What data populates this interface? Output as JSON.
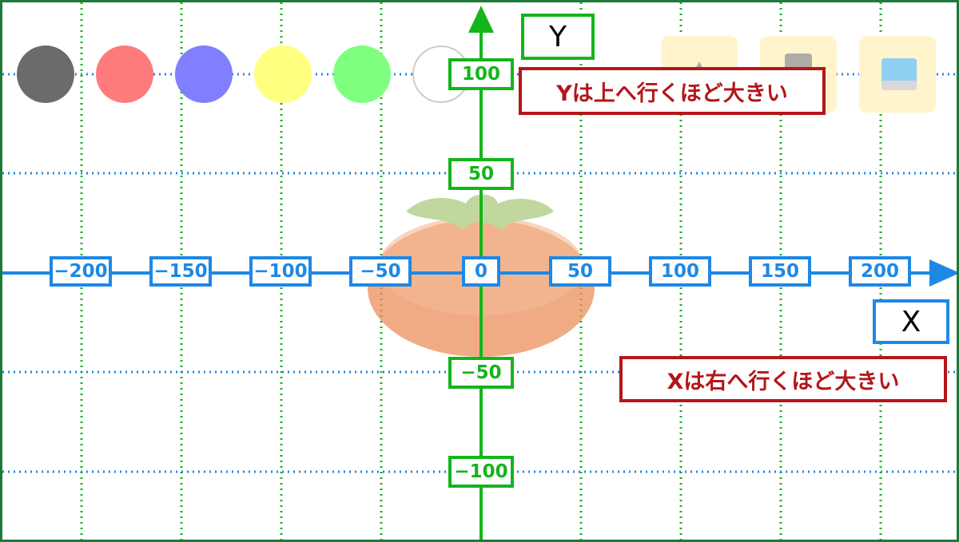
{
  "palette": {
    "colors": [
      "#6b6b6b",
      "#ff7b7b",
      "#7f7fff",
      "#ffff80",
      "#7fff7f",
      "#ffffff"
    ],
    "axis_x_color": "#1e88e5",
    "axis_y_color": "#14b51a",
    "note_color": "#b3161b",
    "frame_color": "#1f7a3a"
  },
  "toolbar": {
    "icons": [
      "triangle-icon",
      "square-icon",
      "image-icon"
    ]
  },
  "axes": {
    "x_name": "X",
    "y_name": "Y",
    "x_ticks": [
      "−200",
      "−150",
      "−100",
      "−50",
      "0",
      "50",
      "100",
      "150",
      "200"
    ],
    "y_ticks": [
      "100",
      "50",
      "−50",
      "−100"
    ]
  },
  "notes": {
    "y_note": "Yは上へ行くほど大きい",
    "x_note": "Xは右へ行くほど大きい"
  },
  "sprite": {
    "name": "persimmon-icon"
  }
}
